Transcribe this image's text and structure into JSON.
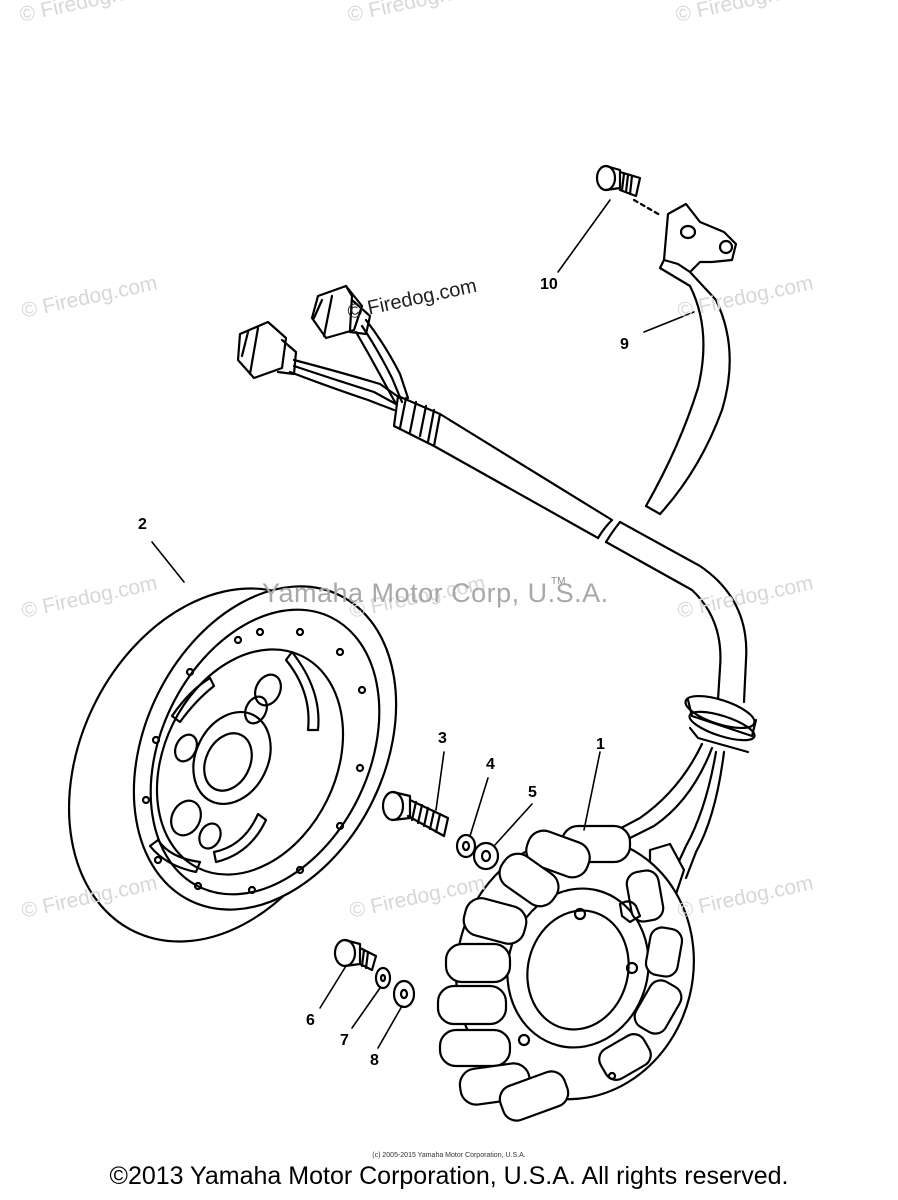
{
  "watermarks": {
    "brand": "© Firedog.com",
    "center_text": "Yamaha Motor Corp, U.S.A.",
    "center_tm": "TM"
  },
  "callouts": [
    "1",
    "2",
    "3",
    "4",
    "5",
    "6",
    "7",
    "8",
    "9",
    "10"
  ],
  "footer": {
    "small_copyright": "(c) 2005-2015 Yamaha Motor Corporation, U.S.A.",
    "copyright": "©2013 Yamaha Motor Corporation, U.S.A. All rights reserved."
  },
  "colors": {
    "ink": "#000000",
    "watermark": "#d7d7d7",
    "background": "#ffffff"
  }
}
